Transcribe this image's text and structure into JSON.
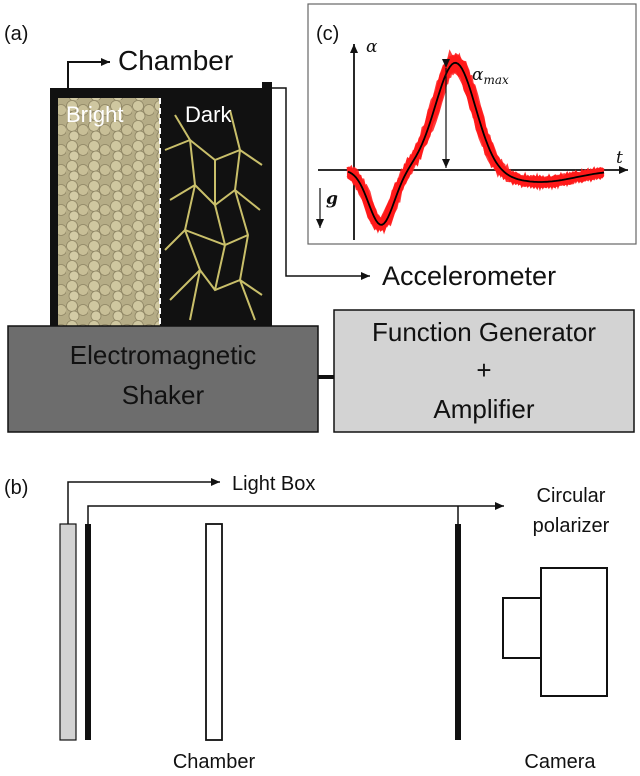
{
  "panel_a": {
    "label": "(a)",
    "chamber_label": "Chamber",
    "bright_label": "Bright",
    "dark_label": "Dark",
    "accelerometer_label": "Accelerometer",
    "shaker_line1": "Electromagnetic",
    "shaker_line2": "Shaker",
    "generator_line1": "Function Generator",
    "generator_line2": "+",
    "generator_line3": "Amplifier",
    "colors": {
      "shaker": "#6d6d6d",
      "generator": "#d3d3d3",
      "bright_photo": "#b9b08a",
      "dark_photo": "#111111",
      "network": "#c9bf6a"
    }
  },
  "panel_b": {
    "label": "(b)",
    "light_box_label": "Light Box",
    "polarizer_line1": "Circular",
    "polarizer_line2": "polarizer",
    "chamber_label": "Chamber",
    "camera_label": "Camera",
    "colors": {
      "light_box": "#d3d3d3"
    }
  },
  "panel_c": {
    "label": "(c)",
    "y_axis_label": "α",
    "x_axis_label": "t",
    "peak_label": "α",
    "peak_subscript": "max",
    "gravity_label": "g",
    "colors": {
      "traces": "#ff1a1a",
      "mean": "#000000"
    }
  }
}
